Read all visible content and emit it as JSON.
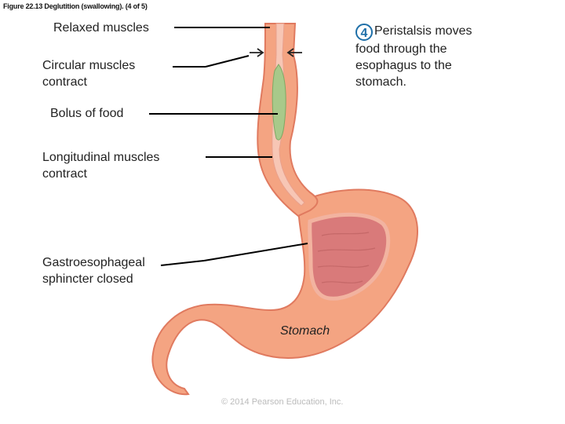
{
  "figure": {
    "caption": "Figure 22.13 Deglutition (swallowing). (4 of 5)"
  },
  "labels": {
    "relaxed_muscles": "Relaxed muscles",
    "circular_muscles": [
      "Circular muscles",
      "contract"
    ],
    "bolus": "Bolus of food",
    "longitudinal_muscles": [
      "Longitudinal muscles",
      "contract"
    ],
    "gastroesophageal": [
      "Gastroesophageal",
      "sphincter closed"
    ],
    "stomach": "Stomach"
  },
  "step": {
    "number": "4",
    "text_lines": [
      "Peristalsis moves",
      "food through the",
      "esophagus to the",
      "stomach."
    ]
  },
  "copyright": "© 2014 Pearson Education, Inc.",
  "colors": {
    "tissue": "#f4a482",
    "tissue_dark": "#e07a5f",
    "lumen": "#f7c6b5",
    "bolus": "#a8c98a",
    "step_accent": "#1e6fa8"
  }
}
